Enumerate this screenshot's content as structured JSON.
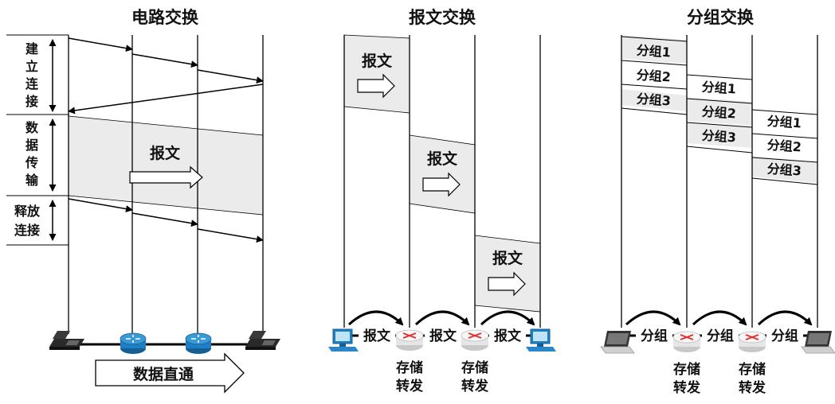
{
  "panels": {
    "circuit": {
      "title": "电路交换",
      "phase_setup": [
        "建",
        "立",
        "连",
        "接"
      ],
      "phase_data": [
        "数",
        "据",
        "传",
        "输"
      ],
      "phase_release": [
        "释放",
        "连接"
      ],
      "data_label": "报文",
      "bottom_label": "数据直通"
    },
    "message": {
      "title": "报文交换",
      "block_label": "报文",
      "link_label": "报文",
      "node_label_1": "存储",
      "node_label_2": "转发"
    },
    "packet": {
      "title": "分组交换",
      "packets": [
        "分组1",
        "分组2",
        "分组3"
      ],
      "link_label": "分组",
      "node_label_1": "存储",
      "node_label_2": "转发"
    }
  },
  "colors": {
    "shade": "#ebebeb",
    "line": "#000000",
    "router_blue": "#1f7fc4",
    "router_white": "#f2f2f2",
    "router_red": "#e03030"
  },
  "icons": [
    "telephone-icon",
    "router-icon",
    "desktop-computer-icon",
    "laptop-icon"
  ]
}
